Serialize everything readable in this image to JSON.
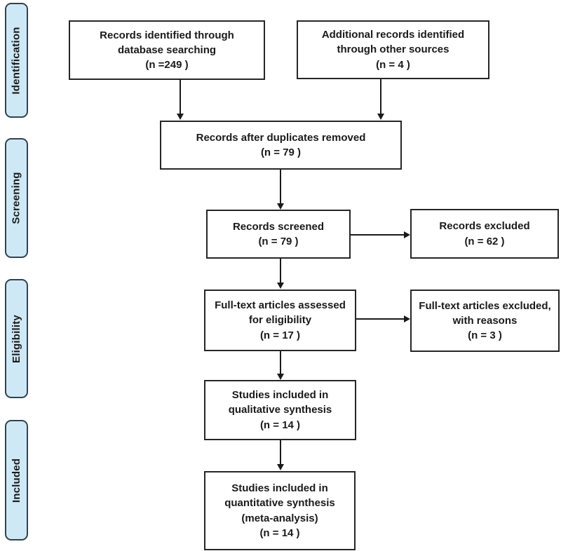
{
  "stages": [
    {
      "label": "Identification"
    },
    {
      "label": "Screening"
    },
    {
      "label": "Eligibility"
    },
    {
      "label": "Included"
    }
  ],
  "nodes": [
    {
      "name": "records-identified",
      "text": "Records identified through\ndatabase searching\n(n =249  )"
    },
    {
      "name": "additional-records",
      "text": "Additional records identified\nthrough other sources\n(n =  4 )"
    },
    {
      "name": "duplicates-removed",
      "text": "Records after duplicates removed\n(n = 79  )"
    },
    {
      "name": "records-screened",
      "text": "Records screened\n(n =  79 )"
    },
    {
      "name": "records-excluded",
      "text": "Records excluded\n(n = 62  )"
    },
    {
      "name": "fulltext-assessed",
      "text": "Full-text articles assessed\nfor eligibility\n(n = 17  )"
    },
    {
      "name": "fulltext-excluded",
      "text": "Full-text articles excluded,\nwith reasons\n(n =  3 )"
    },
    {
      "name": "qualitative-synthesis",
      "text": "Studies included in\nqualitative synthesis\n(n =  14 )"
    },
    {
      "name": "quantitative-synthesis",
      "text": "Studies included in\nquantitative synthesis\n(meta-analysis)\n(n =  14 )"
    }
  ],
  "colors": {
    "stage_fill": "#cfe8f6",
    "stage_border": "#33424f",
    "box_border": "#262626",
    "box_fill": "#ffffff",
    "text": "#1a1a1a",
    "arrow": "#1a1a1a",
    "background": "#ffffff"
  }
}
